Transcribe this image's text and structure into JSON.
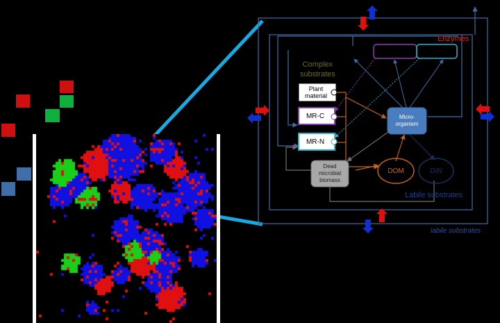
{
  "colors": {
    "red": "#e01010",
    "green": "#18c010",
    "blue": "#1010e0",
    "steel": "#3f6fa8",
    "cyan_zoom": "#1aa8e0",
    "orange": "#c0651e",
    "purple": "#8a3fb0",
    "teal": "#28b6c8",
    "enzyme_red": "#e02020",
    "olive": "#6a6a22",
    "navy": "#1c2f5a",
    "gray": "#707070"
  },
  "diagram": {
    "enzymes_label": "Enzymes",
    "complex_substrates_label": "Complex\nsubstrates",
    "plant_material_label": "Plant\nmaterial",
    "mr_c_label": "MR-C",
    "mr_n_label": "MR-N",
    "microorganism_label": "Micro-\norganism",
    "dead_biomass_label": "Dead\nmicrobial\nbiomass",
    "dom_label": "DOM",
    "din_label": "DIN",
    "labile_substrates_label": "Labile substrates",
    "labile_substrates_outer_label": "labile substrates"
  }
}
